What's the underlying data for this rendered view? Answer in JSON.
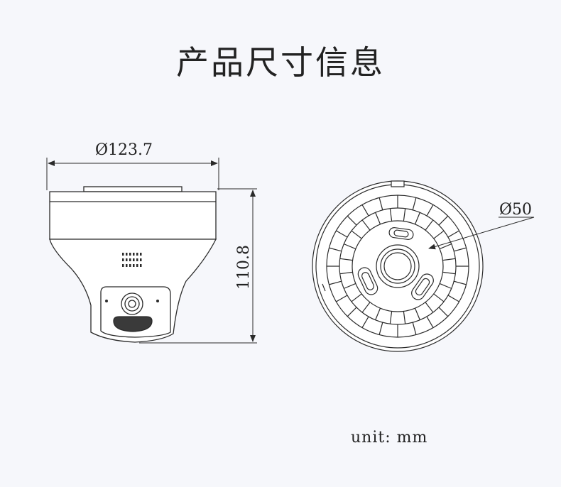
{
  "title": "产品尺寸信息",
  "dims": {
    "width": "Ø123.7",
    "height": "110.8",
    "inner": "Ø50"
  },
  "unit_label": "unit: mm",
  "colors": {
    "line": "#2a2a2a",
    "background": "#f6f7fb",
    "body_fill": "#ffffff"
  }
}
